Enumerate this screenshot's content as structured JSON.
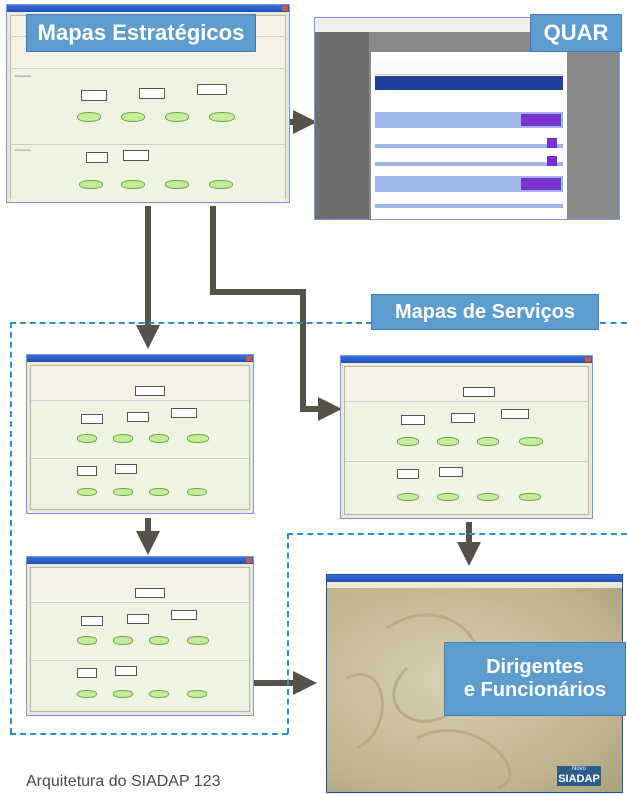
{
  "labels": {
    "mapas_estrategicos": "Mapas Estratégicos",
    "quar": "QUAR",
    "mapas_servicos": "Mapas de Serviços",
    "dirigentes_line1": "Dirigentes",
    "dirigentes_line2": "e Funcionários",
    "caption": "Arquitetura do SIADAP 123",
    "novo": "Novo",
    "siadap": "SIADAP"
  },
  "colors": {
    "banner": "#5c9ccf",
    "arrow": "#55524a",
    "dashed_border": "#2f8fd0",
    "node_green": "#c6ec9a",
    "quar_dark": "#7a7a7a"
  }
}
